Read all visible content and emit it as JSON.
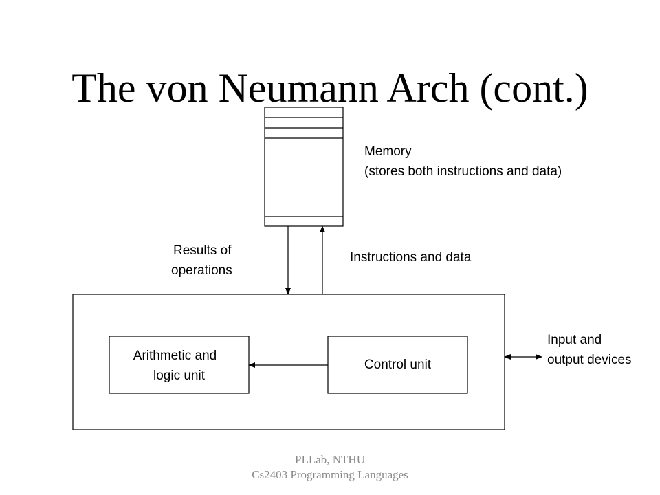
{
  "slide": {
    "title": "The von Neumann Arch (cont.)"
  },
  "memory": {
    "label_line1": "Memory",
    "label_line2": "(stores both instructions and data)"
  },
  "arrows": {
    "results_line1": "Results of",
    "results_line2": "operations",
    "instructions": "Instructions and data"
  },
  "cpu": {
    "alu_line1": "Arithmetic and",
    "alu_line2": "logic unit",
    "control": "Control unit"
  },
  "io": {
    "line1": "Input and",
    "line2": "output devices"
  },
  "footer": {
    "line1": "PLLab, NTHU",
    "line2": "Cs2403 Programming Languages"
  }
}
